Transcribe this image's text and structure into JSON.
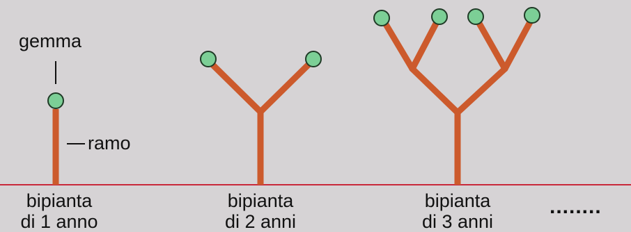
{
  "colors": {
    "background": "#d6d3d5",
    "branch": "#cc5a2c",
    "bud_fill": "#7ccf96",
    "bud_stroke": "#1f3a26",
    "ground": "#c8283a"
  },
  "labels": {
    "bud": "gemma",
    "branch": "ramo"
  },
  "stages": [
    {
      "line1": "bipianta",
      "line2": "di 1 anno"
    },
    {
      "line1": "bipianta",
      "line2": "di 2 anni"
    },
    {
      "line1": "bipianta",
      "line2": "di 3 anni"
    }
  ],
  "continuation": "........"
}
